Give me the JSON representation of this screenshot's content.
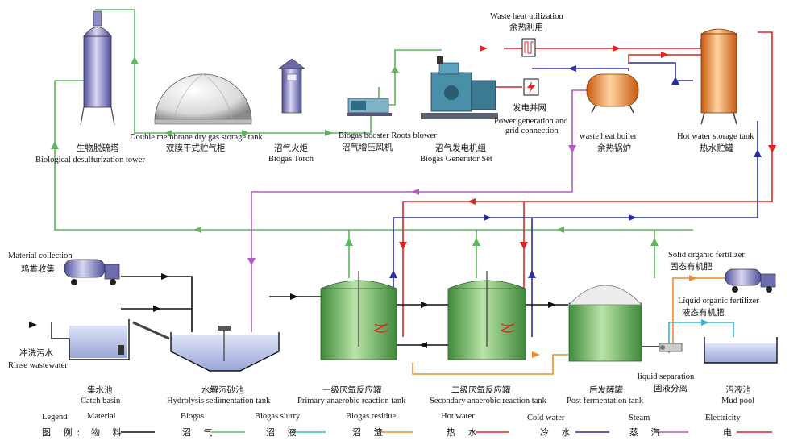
{
  "labels": {
    "waste_heat_utilization": {
      "en": "Waste heat utilization",
      "cn": "余热利用"
    },
    "power_generation": {
      "cn": "发电并网",
      "en1": "Power generation and",
      "en2": "grid connection"
    },
    "desulfurization": {
      "cn": "生物脱硫塔",
      "en": "Biological desulfurization tower"
    },
    "gas_storage": {
      "en": "Double membrane dry gas storage tank",
      "cn": "双膜干式贮气柜"
    },
    "torch": {
      "cn": "沼气火炬",
      "en": "Biogas Torch"
    },
    "blower": {
      "en": "Biogas booster Roots blower",
      "cn": "沼气增压风机"
    },
    "generator": {
      "cn": "沼气发电机组",
      "en": "Biogas Generator Set"
    },
    "boiler": {
      "en": "waste heat boiler",
      "cn": "余热锅炉"
    },
    "hot_water_tank": {
      "en": "Hot water storage tank",
      "cn": "热水贮罐"
    },
    "material_collection": {
      "en": "Material collection",
      "cn": "鸡粪收集"
    },
    "rinse": {
      "cn": "冲洗污水",
      "en": "Rinse wastewater"
    },
    "catch_basin": {
      "cn": "集水池",
      "en": "Catch basin"
    },
    "hydrolysis": {
      "cn": "水解沉砂池",
      "en": "Hydrolysis sedimentation tank"
    },
    "primary": {
      "cn": "一级厌氧反应罐",
      "en": "Primary anaerobic reaction tank"
    },
    "secondary": {
      "cn": "二级厌氧反应罐",
      "en": "Secondary anaerobic reaction tank"
    },
    "post": {
      "cn": "后发酵罐",
      "en": "Post fermentation tank"
    },
    "solid_fert": {
      "en": "Solid organic fertilizer",
      "cn": "固态有机肥"
    },
    "liquid_fert": {
      "en": "Liquid organic fertilizer",
      "cn": "液态有机肥"
    },
    "separation": {
      "en": "liquid separation",
      "cn": "固液分离"
    },
    "mud_pool": {
      "cn": "沼液池",
      "en": "Mud pool"
    }
  },
  "legend": {
    "title_en": "Legend",
    "title_cn": "图 例:",
    "items": [
      {
        "en": "Material",
        "cn": "物 料",
        "color": "#111111"
      },
      {
        "en": "Biogas",
        "cn": "沼 气",
        "color": "#5cb85c"
      },
      {
        "en": "Biogas slurry",
        "cn": "沼 液",
        "color": "#35b7c9"
      },
      {
        "en": "Biogas residue",
        "cn": "沼 渣",
        "color": "#f08c2a"
      },
      {
        "en": "Hot water",
        "cn": "热 水",
        "color": "#e02424"
      },
      {
        "en": "Cold water",
        "cn": "冷 水",
        "color": "#2a2e9e"
      },
      {
        "en": "Steam",
        "cn": "蒸 汽",
        "color": "#b35bc4"
      },
      {
        "en": "Electricity",
        "cn": "电",
        "color": "#e02424"
      }
    ]
  }
}
